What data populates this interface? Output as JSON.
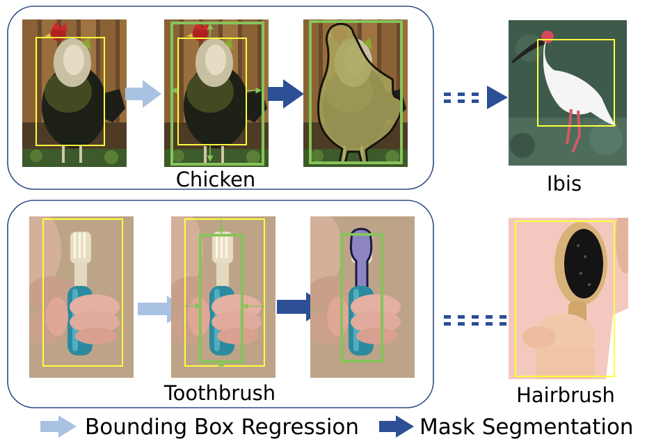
{
  "rows": [
    {
      "id": "chicken",
      "caption": "Chicken",
      "target_caption": "Ibis"
    },
    {
      "id": "toothbrush",
      "caption": "Toothbrush",
      "target_caption": "Hairbrush"
    }
  ],
  "legend": {
    "bbox_regression": "Bounding Box Regression",
    "mask_segmentation": "Mask Segmentation"
  },
  "colors": {
    "panel_border": "#2e4a86",
    "light_arrow": "#a9c1e2",
    "dark_arrow": "#2c4f95",
    "yellow_box": "#ffff3c",
    "green_box": "#86c45a",
    "chicken_mask": "#a8a45c",
    "toothbrush_mask": "#8d84c4"
  },
  "icons": {
    "light_arrow": "light-arrow-icon",
    "dark_arrow": "dark-arrow-icon"
  }
}
